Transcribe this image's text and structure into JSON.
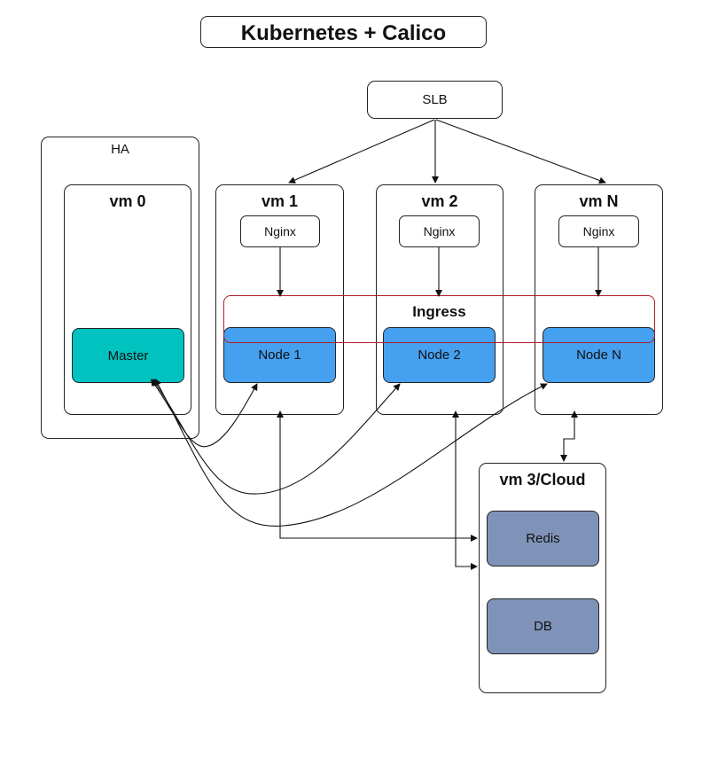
{
  "title": "Kubernetes + Calico",
  "slb": {
    "label": "SLB"
  },
  "ha": {
    "label": "HA"
  },
  "vms": [
    {
      "title": "vm 0",
      "component": "Master"
    },
    {
      "title": "vm 1",
      "nginx": "Nginx",
      "component": "Node 1"
    },
    {
      "title": "vm 2",
      "nginx": "Nginx",
      "component": "Node 2"
    },
    {
      "title": "vm N",
      "nginx": "Nginx",
      "component": "Node N"
    }
  ],
  "ingress": {
    "label": "Ingress"
  },
  "cloud": {
    "title": "vm 3/Cloud",
    "services": [
      "Redis",
      "DB"
    ]
  },
  "colors": {
    "master": "#00c2be",
    "node": "#46a0f0",
    "service": "#7f93b8",
    "ingress_border": "#b01e28",
    "line": "#111111"
  }
}
